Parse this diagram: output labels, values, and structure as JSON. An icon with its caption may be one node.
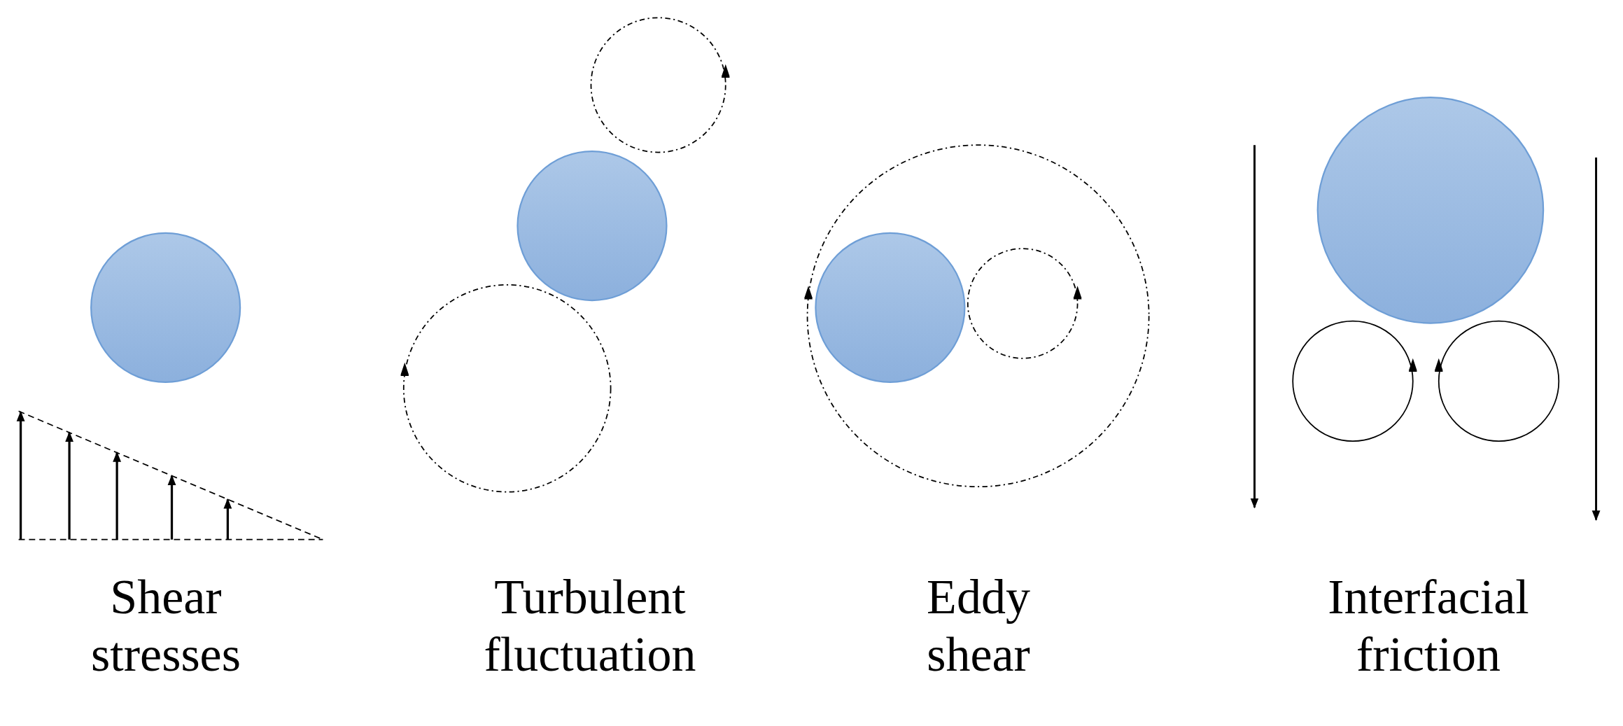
{
  "diagram": {
    "labels": [
      "Shear stresses",
      "Turbulent fluctuation",
      "Eddy shear",
      "Interfacial friction"
    ]
  }
}
